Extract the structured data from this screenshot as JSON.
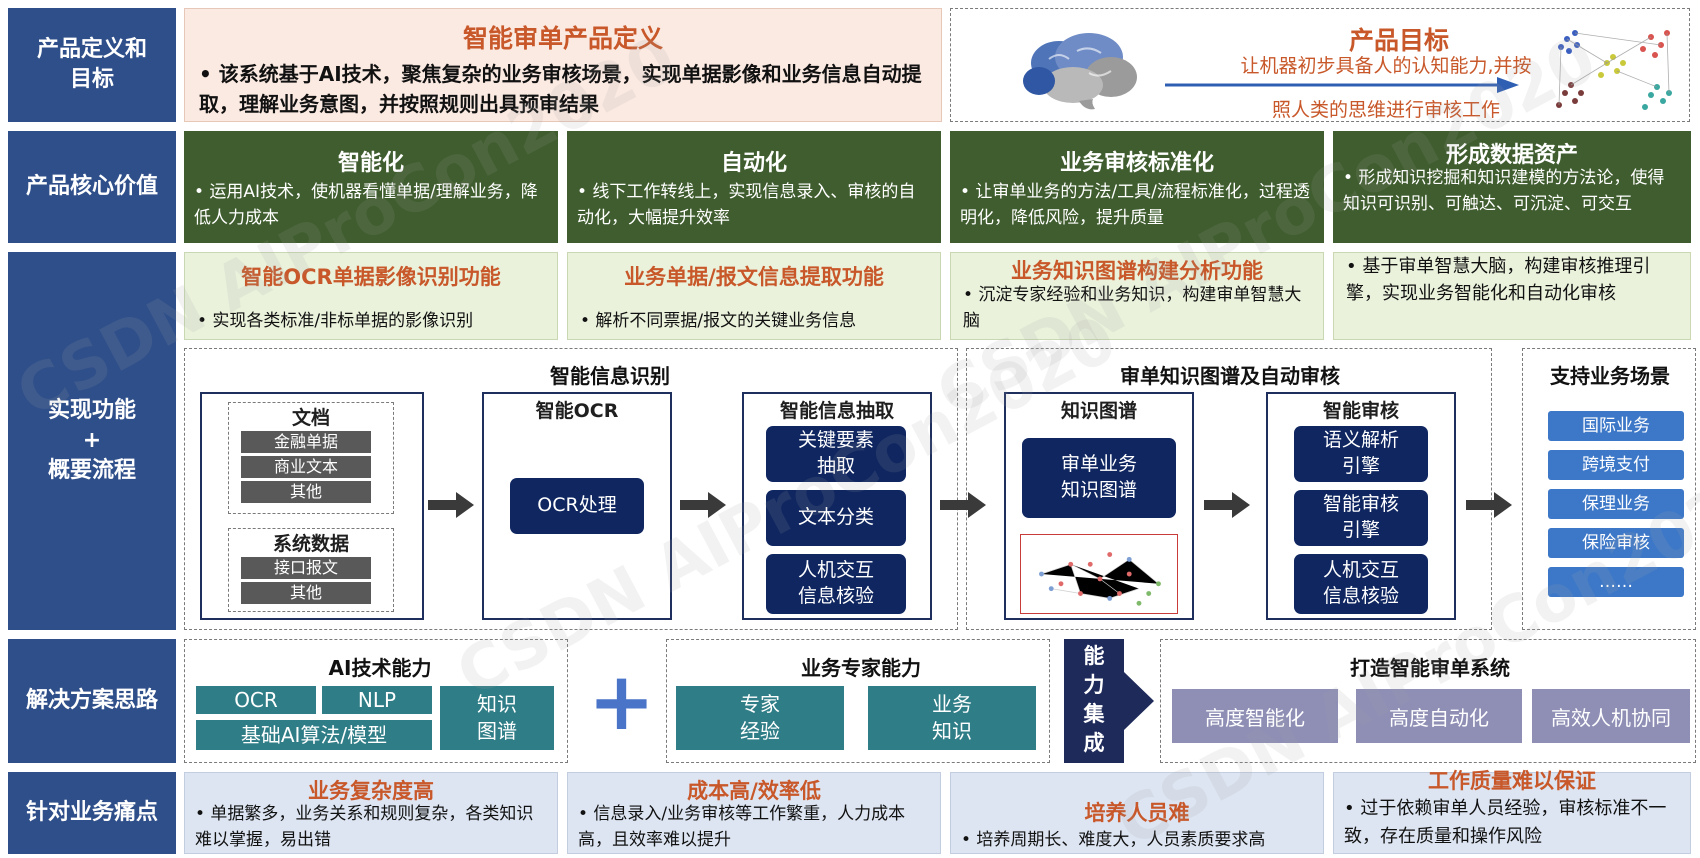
{
  "labels": {
    "row1": "产品定义和\n目标",
    "row2": "产品核心价值",
    "row3": "实现功能\n+\n概要流程",
    "row5": "解决方案思路",
    "row6": "针对业务痛点"
  },
  "definition": {
    "title": "智能审单产品定义",
    "text": "•  该系统基于AI技术，聚焦复杂的业务审核场景，实现单据影像和业务信息自动提取，理解业务意图，并按照规则出具预审结果"
  },
  "goal": {
    "title": "产品目标",
    "line1": "让机器初步具备人的认知能力,并按",
    "line2": "照人类的思维进行审核工作"
  },
  "values": [
    {
      "title": "智能化",
      "text": "•  运用AI技术，使机器看懂单据/理解业务，降低人力成本"
    },
    {
      "title": "自动化",
      "text": "•  线下工作转线上，实现信息录入、审核的自动化，大幅提升效率"
    },
    {
      "title": "业务审核标准化",
      "text": "•  让审单业务的方法/工具/流程标准化，过程透明化，降低风险，提升质量"
    },
    {
      "title": "形成数据资产",
      "text": "•  形成知识挖掘和知识建模的方法论，使得知识可识别、可触达、可沉淀、可交互"
    }
  ],
  "functions": [
    {
      "title": "智能OCR单据影像识别功能",
      "text": "•  实现各类标准/非标单据的影像识别"
    },
    {
      "title": "业务单据/报文信息提取功能",
      "text": "•  解析不同票据/报文的关键业务信息"
    },
    {
      "title": "业务知识图谱构建分析功能",
      "text": "•  沉淀专家经验和业务知识，构建审单智慧大脑"
    },
    {
      "title": "",
      "text": "•  基于审单智慧大脑，构建审核推理引擎，实现业务智能化和自动化审核"
    }
  ],
  "flow": {
    "section_recognition": "智能信息识别",
    "section_kg": "审单知识图谱及自动审核",
    "section_scenarios": "支持业务场景",
    "doc_title": "文档",
    "doc_items": [
      "金融单据",
      "商业文本",
      "其他"
    ],
    "sys_title": "系统数据",
    "sys_items": [
      "接口报文",
      "其他"
    ],
    "ocr_title": "智能OCR",
    "ocr_box": "OCR处理",
    "extract_title": "智能信息抽取",
    "extract_items": [
      "关键要素\n抽取",
      "文本分类",
      "人机交互\n信息核验"
    ],
    "kg_title": "知识图谱",
    "kg_box": "审单业务\n知识图谱",
    "audit_title": "智能审核",
    "audit_items": [
      "语义解析\n引擎",
      "智能审核\n引擎",
      "人机交互\n信息核验"
    ],
    "scenarios": [
      "国际业务",
      "跨境支付",
      "保理业务",
      "保险审核",
      "……"
    ]
  },
  "solution": {
    "ai_title": "AI技术能力",
    "ai_items": [
      "OCR",
      "NLP",
      "基础AI算法/模型",
      "知识\n图谱"
    ],
    "plus": "+",
    "expert_title": "业务专家能力",
    "expert_items": [
      "专家\n经验",
      "业务\n知识"
    ],
    "integration": "能\n力\n集\n成",
    "system_title": "打造智能审单系统",
    "system_items": [
      "高度智能化",
      "高度自动化",
      "高效人机协同"
    ]
  },
  "pains": [
    {
      "title": "业务复杂度高",
      "text": "•  单据繁多，业务关系和规则复杂，各类知识难以掌握，易出错"
    },
    {
      "title": "成本高/效率低",
      "text": "•  信息录入/业务审核等工作繁重，人力成本高，且效率难以提升"
    },
    {
      "title": "培养人员难",
      "text": "•  培养周期长、难度大，人员素质要求高"
    },
    {
      "title": "工作质量难以保证",
      "text": "•  过于依赖审单人员经验，审核标准不一致，存在质量和操作风险"
    }
  ],
  "watermark": "CSDN AIProCon2020",
  "colors": {
    "label_bg": "#2f4f8a",
    "value_bg": "#3f5d2e",
    "accent_orange": "#c8582a",
    "navy": "#0f2660",
    "teal": "#2f7d86",
    "lavender": "#8f8fb6",
    "scenario_blue": "#3d78c8"
  }
}
